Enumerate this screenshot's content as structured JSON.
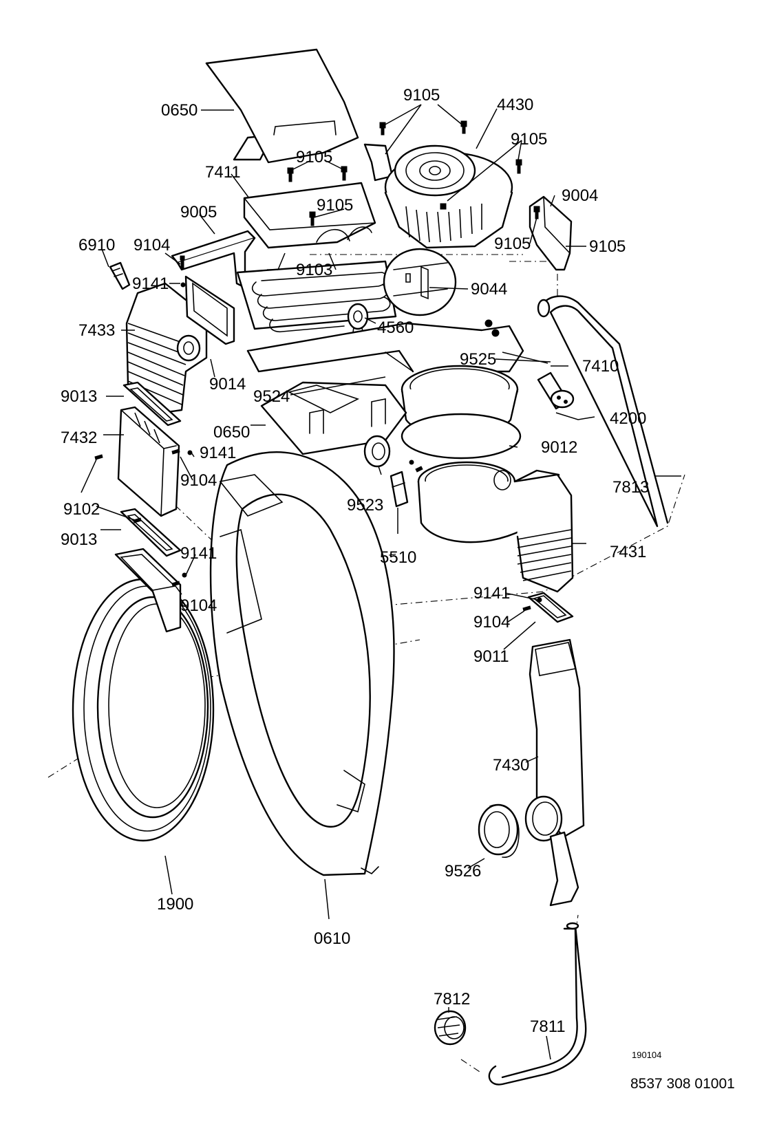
{
  "diagram": {
    "callouts": [
      {
        "id": "0650",
        "text": "0650"
      },
      {
        "id": "9105a",
        "text": "9105"
      },
      {
        "id": "4430",
        "text": "4430"
      },
      {
        "id": "9105b",
        "text": "9105"
      },
      {
        "id": "9105c",
        "text": "9105"
      },
      {
        "id": "7411",
        "text": "7411"
      },
      {
        "id": "9004",
        "text": "9004"
      },
      {
        "id": "9005",
        "text": "9005"
      },
      {
        "id": "9105d",
        "text": "9105"
      },
      {
        "id": "6910",
        "text": "6910"
      },
      {
        "id": "9104a",
        "text": "9104"
      },
      {
        "id": "9105e",
        "text": "9105"
      },
      {
        "id": "9105f",
        "text": "9105"
      },
      {
        "id": "9103",
        "text": "9103"
      },
      {
        "id": "9141a",
        "text": "9141"
      },
      {
        "id": "9044",
        "text": "9044"
      },
      {
        "id": "7433",
        "text": "7433"
      },
      {
        "id": "4560",
        "text": "4560"
      },
      {
        "id": "9525",
        "text": "9525"
      },
      {
        "id": "9014",
        "text": "9014"
      },
      {
        "id": "7410",
        "text": "7410"
      },
      {
        "id": "9524",
        "text": "9524"
      },
      {
        "id": "9013a",
        "text": "9013"
      },
      {
        "id": "4200",
        "text": "4200"
      },
      {
        "id": "0650b",
        "text": "0650"
      },
      {
        "id": "7432",
        "text": "7432"
      },
      {
        "id": "9141b",
        "text": "9141"
      },
      {
        "id": "9012",
        "text": "9012"
      },
      {
        "id": "9104b",
        "text": "9104"
      },
      {
        "id": "7813",
        "text": "7813"
      },
      {
        "id": "9102",
        "text": "9102"
      },
      {
        "id": "9523",
        "text": "9523"
      },
      {
        "id": "9013b",
        "text": "9013"
      },
      {
        "id": "5510",
        "text": "5510"
      },
      {
        "id": "7431",
        "text": "7431"
      },
      {
        "id": "9141c",
        "text": "9141"
      },
      {
        "id": "9104c",
        "text": "9104"
      },
      {
        "id": "9141d",
        "text": "9141"
      },
      {
        "id": "9104d",
        "text": "9104"
      },
      {
        "id": "9011",
        "text": "9011"
      },
      {
        "id": "7430",
        "text": "7430"
      },
      {
        "id": "9526",
        "text": "9526"
      },
      {
        "id": "1900",
        "text": "1900"
      },
      {
        "id": "0610",
        "text": "0610"
      },
      {
        "id": "7812",
        "text": "7812"
      },
      {
        "id": "7811",
        "text": "7811"
      }
    ],
    "date_code": "190104",
    "part_number": "8537 308 01001"
  }
}
